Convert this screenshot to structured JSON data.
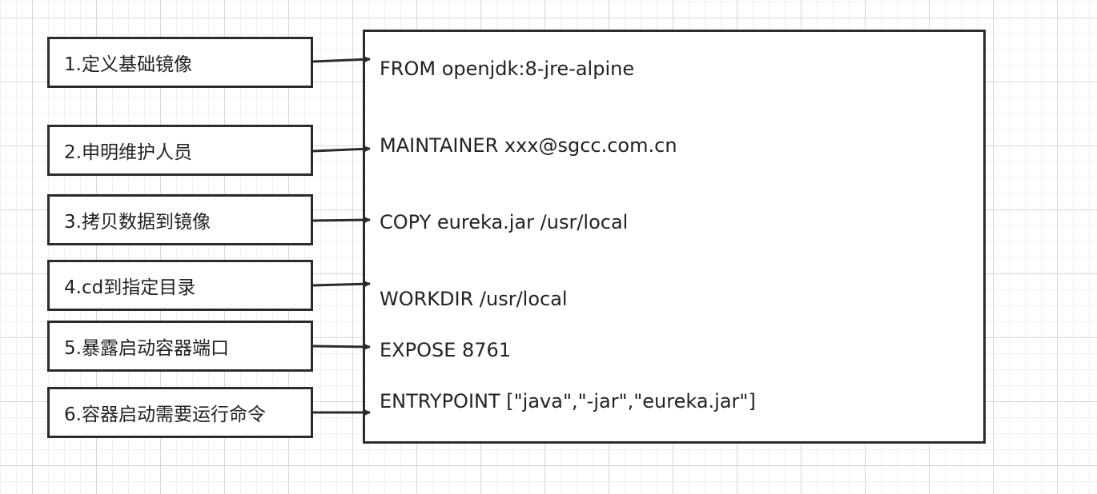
{
  "steps": [
    {
      "label": "1.定义基础镜像"
    },
    {
      "label": "2.申明维护人员"
    },
    {
      "label": "3.拷贝数据到镜像"
    },
    {
      "label": "4.cd到指定目录"
    },
    {
      "label": "5.暴露启动容器端口"
    },
    {
      "label": "6.容器启动需要运行命令"
    }
  ],
  "commands": [
    "FROM openjdk:8-jre-alpine",
    "MAINTAINER xxx@sgcc.com.cn",
    "COPY eureka.jar /usr/local",
    "WORKDIR /usr/local",
    "EXPOSE 8761",
    "ENTRYPOINT [\"java\",\"-jar\",\"eureka.jar\"]"
  ]
}
